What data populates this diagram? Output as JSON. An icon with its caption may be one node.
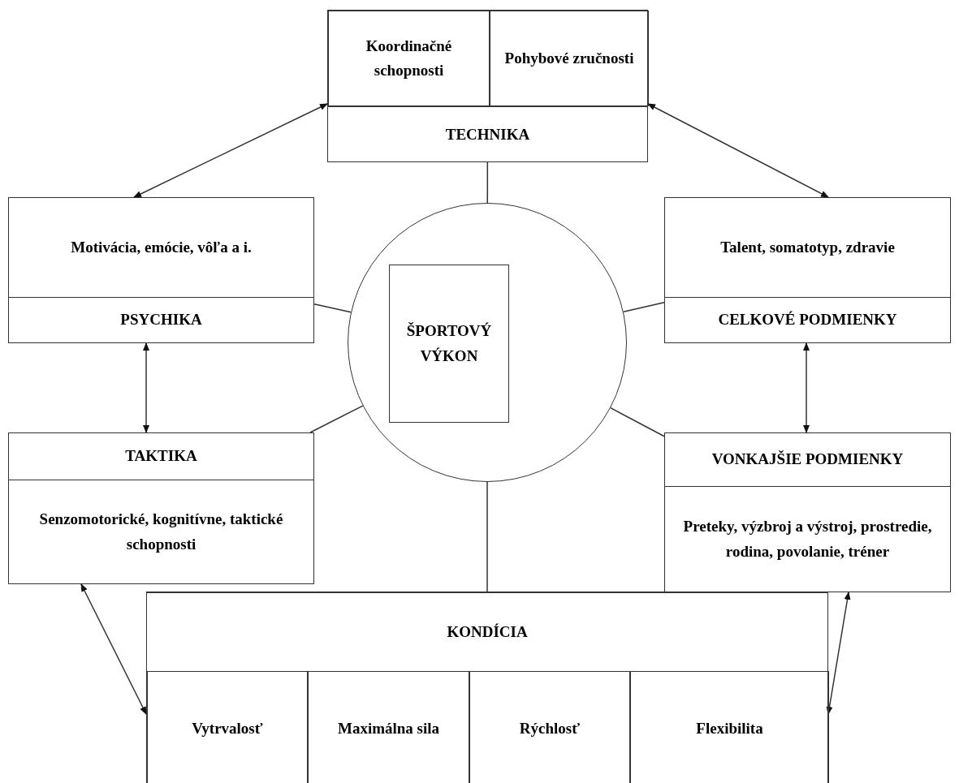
{
  "diagram": {
    "nodes": [
      {
        "text": [
          "TECHNIKA"
        ]
      },
      {
        "text": [
          "Koordinačné schopnosti"
        ],
        "in": 0
      },
      {
        "text": [
          "Pohybové zručnosti"
        ],
        "in": 0
      },
      {
        "text": [
          "Motivácia, emócie, vôľa a i.",
          "PSYCHIKA"
        ]
      },
      {
        "text": [
          "Talent, somatotyp, zdravie",
          "CELKOVÉ PODMIENKY"
        ]
      },
      {
        "text": [],
        "shape": "circle"
      },
      {
        "text": [
          "ŠPORTOVÝ VÝKON"
        ],
        "in": 5
      },
      {
        "text": [
          "TAKTIKA",
          "Senzomotorické, kognitívne, taktické schopnosti"
        ]
      },
      {
        "text": [
          "VONKAJŠIE PODMIENKY",
          "Preteky, výzbroj a výstroj, prostredie, rodina, povolanie, tréner"
        ]
      },
      {
        "text": [
          "KONDÍCIA"
        ]
      },
      {
        "text": [
          "Vytrvalosť"
        ],
        "in": 9
      },
      {
        "text": [
          "Maximálna sila"
        ],
        "in": 9
      },
      {
        "text": [
          "Rýchlosť"
        ],
        "in": 9
      },
      {
        "text": [
          "Flexibilita"
        ],
        "in": 9
      }
    ],
    "edges": [
      {
        "from": 3,
        "to": 0,
        "arrow": "both"
      },
      {
        "from": 0,
        "to": 4,
        "arrow": "both"
      },
      {
        "from": 3,
        "to": 7,
        "arrow": "both"
      },
      {
        "from": 4,
        "to": 8,
        "arrow": "both"
      },
      {
        "from": 7,
        "to": 9,
        "arrow": "both"
      },
      {
        "from": 8,
        "to": 9,
        "arrow": "both"
      },
      {
        "from": 5,
        "to": 0,
        "arrow": "none"
      },
      {
        "from": 5,
        "to": 3,
        "arrow": "none"
      },
      {
        "from": 5,
        "to": 4,
        "arrow": "none"
      },
      {
        "from": 5,
        "to": 7,
        "arrow": "none"
      },
      {
        "from": 5,
        "to": 8,
        "arrow": "none"
      },
      {
        "from": 5,
        "to": 9,
        "arrow": "none"
      }
    ]
  }
}
